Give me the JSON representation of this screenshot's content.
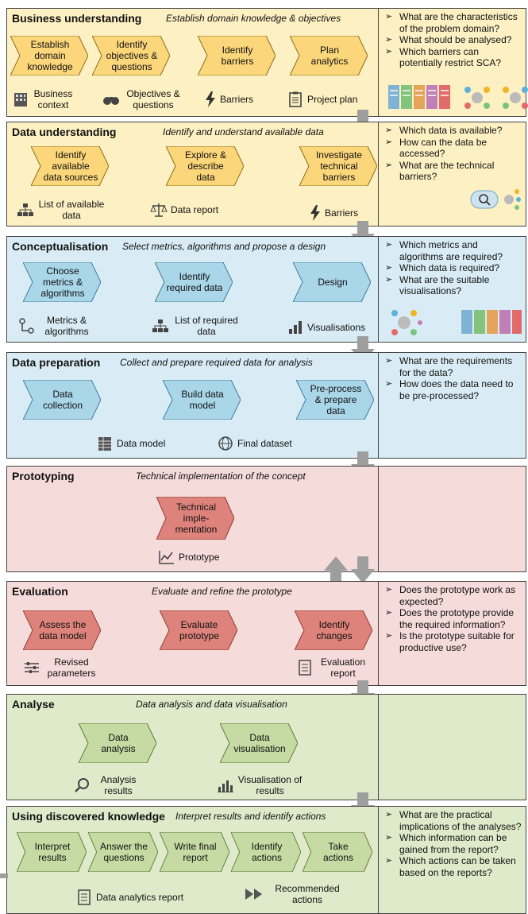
{
  "phases": [
    {
      "title": "Business understanding",
      "subtitle": "Establish domain knowledge & objectives",
      "steps": [
        "Establish domain knowledge",
        "Identify objectives & questions",
        "Identify barriers",
        "Plan analytics"
      ],
      "outputs": [
        "Business context",
        "Objectives & questions",
        "Barriers",
        "Project plan"
      ],
      "questions": [
        "What are the characteristics of the problem domain?",
        "What should be analysed?",
        "Which barriers can potentially restrict SCA?"
      ]
    },
    {
      "title": "Data understanding",
      "subtitle": "Identify and understand available data",
      "steps": [
        "Identify available data sources",
        "Explore & describe data",
        "Investigate technical barriers"
      ],
      "outputs": [
        "List of available data",
        "Data report",
        "Barriers"
      ],
      "questions": [
        "Which data is available?",
        "How can the data be accessed?",
        "What are the technical barriers?"
      ]
    },
    {
      "title": "Conceptualisation",
      "subtitle": "Select metrics, algorithms and propose a design",
      "steps": [
        "Choose metrics & algorithms",
        "Identify required data",
        "Design"
      ],
      "outputs": [
        "Metrics & algorithms",
        "List of required data",
        "Visualisations"
      ],
      "questions": [
        "Which metrics and algorithms are required?",
        "Which data is required?",
        "What are the suitable visualisations?"
      ]
    },
    {
      "title": "Data preparation",
      "subtitle": "Collect and prepare required data for analysis",
      "steps": [
        "Data collection",
        "Build data model",
        "Pre-process & prepare data"
      ],
      "outputs": [
        "Data model",
        "Final dataset"
      ],
      "questions": [
        "What are the requirements for the data?",
        "How does the data need to be pre-processed?"
      ]
    },
    {
      "title": "Prototyping",
      "subtitle": "Technical implementation of the concept",
      "steps": [
        "Technical imple-mentation"
      ],
      "outputs": [
        "Prototype"
      ],
      "questions": []
    },
    {
      "title": "Evaluation",
      "subtitle": "Evaluate and refine the prototype",
      "steps": [
        "Assess the data model",
        "Evaluate prototype",
        "Identify changes"
      ],
      "outputs": [
        "Revised parameters",
        "Evaluation report"
      ],
      "questions": [
        "Does the prototype work as expected?",
        "Does the prototype provide the required information?",
        "Is the prototype suitable for productive use?"
      ]
    },
    {
      "title": "Analyse",
      "subtitle": "Data analysis and data visualisation",
      "steps": [
        "Data analysis",
        "Data visualisation"
      ],
      "outputs": [
        "Analysis results",
        "Visualisation of results"
      ],
      "questions": []
    },
    {
      "title": "Using discovered knowledge",
      "subtitle": "Interpret results and identify actions",
      "steps": [
        "Interpret results",
        "Answer the questions",
        "Write final report",
        "Identify actions",
        "Take actions"
      ],
      "outputs": [
        "Data analytics report",
        "Recommended actions"
      ],
      "questions": [
        "What are the practical implications of the analyses?",
        "Which information can be gained from the report?",
        "Which actions can be taken based on the reports?"
      ]
    }
  ],
  "colors": {
    "yellow_fill": "#fdf0c2",
    "yellow_chevron": "#fbd67a",
    "blue_fill": "#d9ecf5",
    "blue_chevron": "#a9d6e8",
    "pink_fill": "#f6dbdb",
    "pink_chevron": "#dd837b",
    "green_fill": "#dfeacb",
    "green_chevron": "#c6dba3",
    "arrow": "#9e9e9e"
  }
}
